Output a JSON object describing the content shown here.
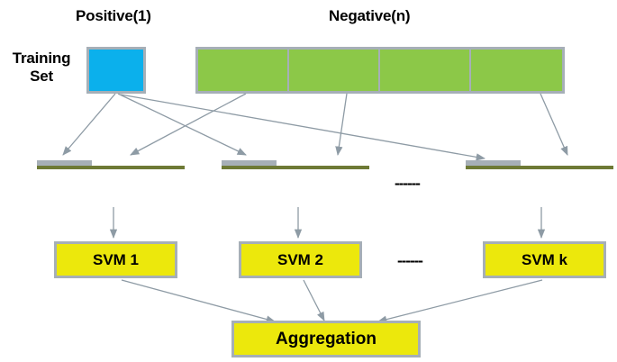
{
  "diagram": {
    "title_positive": "Positive(1)",
    "title_negative": "Negative(n)",
    "training_set_label": "Training\nSet",
    "training_set_label_line1": "Training",
    "training_set_label_line2": "Set",
    "colors": {
      "positive": "#0bb0ec",
      "negative": "#8cc848",
      "classifier": "#ece80c",
      "border": "#a6afb7",
      "arrow": "#8e9ba5",
      "text": "#000000",
      "background": "#ffffff"
    },
    "top_row": {
      "positive_block_count": 1,
      "negative_block_count": 4
    },
    "subsets": [
      {
        "name": "subset-1",
        "positive_label": "",
        "negative_label": ""
      },
      {
        "name": "subset-2",
        "positive_label": "",
        "negative_label": ""
      },
      {
        "name": "subset-k",
        "positive_label": "",
        "negative_label": ""
      }
    ],
    "subset_ellipsis": "------",
    "classifiers": [
      {
        "label": "SVM 1"
      },
      {
        "label": "SVM 2"
      },
      {
        "label": "SVM k"
      }
    ],
    "classifier_ellipsis": "------",
    "aggregation_label": "Aggregation"
  }
}
